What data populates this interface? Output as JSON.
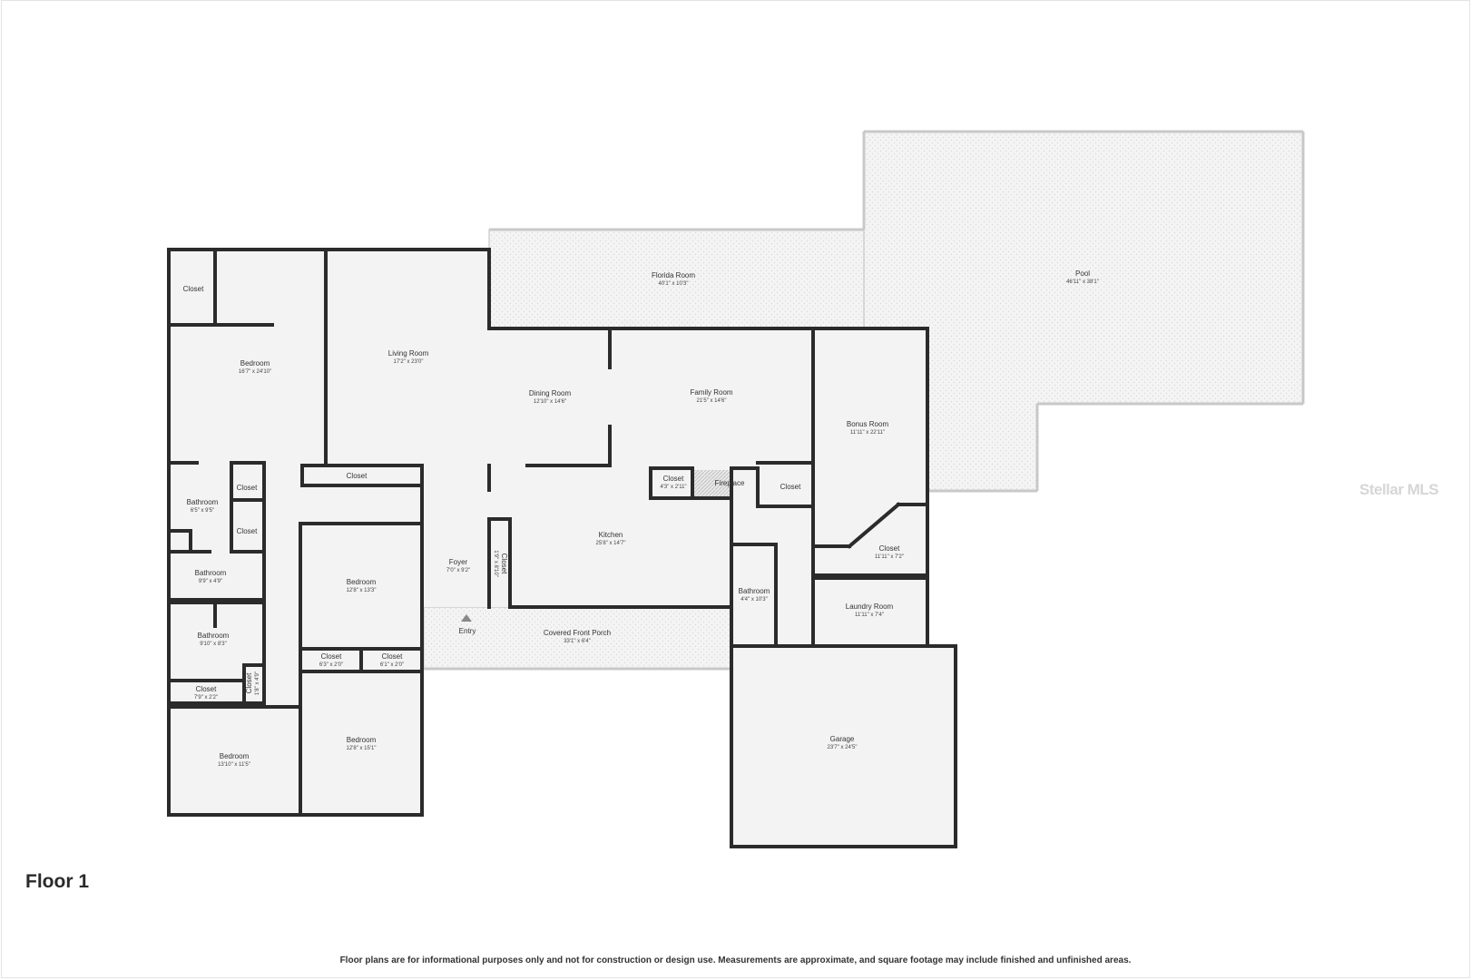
{
  "floor_title": "Floor 1",
  "disclaimer": "Floor plans are for informational purposes only and not for construction or design use. Measurements are approximate, and square footage may include finished and unfinished areas.",
  "watermark": "Stellar MLS",
  "rooms": {
    "pool": {
      "name": "Pool",
      "dims": "46'11\" x 38'1\""
    },
    "florida_room": {
      "name": "Florida Room",
      "dims": "40'1\" x 10'3\""
    },
    "living_room": {
      "name": "Living Room",
      "dims": "17'2\" x 23'0\""
    },
    "dining_room": {
      "name": "Dining Room",
      "dims": "12'10\" x 14'6\""
    },
    "family_room": {
      "name": "Family Room",
      "dims": "21'5\" x 14'6\""
    },
    "bonus_room": {
      "name": "Bonus Room",
      "dims": "11'11\" x 22'11\""
    },
    "bonus_closet": {
      "name": "Closet",
      "dims": "11'11\" x 7'2\""
    },
    "laundry_room": {
      "name": "Laundry Room",
      "dims": "11'11\" x 7'4\""
    },
    "garage": {
      "name": "Garage",
      "dims": "23'7\" x 24'5\""
    },
    "kitchen": {
      "name": "Kitchen",
      "dims": "25'8\" x 14'7\""
    },
    "kitchen_closet": {
      "name": "Closet",
      "dims": "4'3\" x 2'11\""
    },
    "fireplace": {
      "name": "Fireplace"
    },
    "family_closet": {
      "name": "Closet"
    },
    "bathroom_center": {
      "name": "Bathroom",
      "dims": "4'4\" x 10'3\""
    },
    "covered_porch": {
      "name": "Covered Front Porch",
      "dims": "33'1\" x 6'4\""
    },
    "entry": {
      "name": "Entry"
    },
    "foyer": {
      "name": "Foyer",
      "dims": "7'0\" x 9'2\""
    },
    "foyer_closet": {
      "name": "Closet",
      "dims": "1'9\" x 8'10\""
    },
    "hall_closet": {
      "name": "Closet"
    },
    "bedroom_master": {
      "name": "Bedroom",
      "dims": "16'7\" x 24'10\""
    },
    "master_closet": {
      "name": "Closet"
    },
    "bathroom_master": {
      "name": "Bathroom",
      "dims": "6'5\" x 9'5\""
    },
    "closet_a": {
      "name": "Closet"
    },
    "closet_b": {
      "name": "Closet"
    },
    "bathroom_2": {
      "name": "Bathroom",
      "dims": "9'9\" x 4'9\""
    },
    "bathroom_3": {
      "name": "Bathroom",
      "dims": "9'10\" x 8'3\""
    },
    "closet_small_left": {
      "name": "Closet",
      "dims": "7'9\" x 2'2\""
    },
    "closet_vertical": {
      "name": "Closet",
      "dims": "1'8\" x 4'9\""
    },
    "bedroom_2": {
      "name": "Bedroom",
      "dims": "12'8\" x 13'3\""
    },
    "closet_bed2": {
      "name": "Closet",
      "dims": "6'3\" x 2'0\""
    },
    "closet_bed3": {
      "name": "Closet",
      "dims": "6'1\" x 2'0\""
    },
    "bedroom_3": {
      "name": "Bedroom",
      "dims": "12'8\" x 15'1\""
    },
    "bedroom_4": {
      "name": "Bedroom",
      "dims": "13'10\" x 11'5\""
    }
  }
}
